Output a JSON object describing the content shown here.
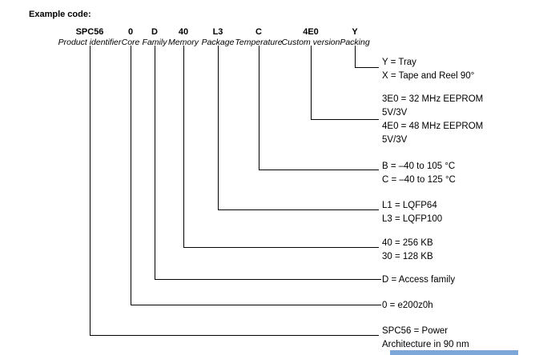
{
  "header": {
    "example_code_label": "Example code:"
  },
  "code": {
    "segments": [
      {
        "value": "SPC56",
        "label": "Product identifier"
      },
      {
        "value": "0",
        "label": "Core"
      },
      {
        "value": "D",
        "label": "Family"
      },
      {
        "value": "40",
        "label": "Memory"
      },
      {
        "value": "L3",
        "label": "Package"
      },
      {
        "value": "C",
        "label": "Temperature"
      },
      {
        "value": "4E0",
        "label": "Custom version"
      },
      {
        "value": "Y",
        "label": "Packing"
      }
    ]
  },
  "legend": {
    "entries": [
      {
        "field": "packing",
        "lines": [
          "Y = Tray",
          "X = Tape and Reel 90°"
        ]
      },
      {
        "field": "custom_version",
        "lines": [
          "3E0 = 32 MHz EEPROM",
          "5V/3V",
          "4E0 = 48 MHz EEPROM",
          "5V/3V"
        ]
      },
      {
        "field": "temperature",
        "lines": [
          "B = –40 to 105 °C",
          "C = –40 to 125 °C"
        ]
      },
      {
        "field": "package",
        "lines": [
          "L1 = LQFP64",
          "L3 = LQFP100"
        ]
      },
      {
        "field": "memory",
        "lines": [
          "40 = 256 KB",
          "30 = 128 KB"
        ]
      },
      {
        "field": "family",
        "lines": [
          "D = Access family"
        ]
      },
      {
        "field": "core",
        "lines": [
          "0 = e200z0h"
        ]
      },
      {
        "field": "product_identifier",
        "lines": [
          "SPC56 = Power",
          "Architecture in 90 nm"
        ]
      }
    ]
  },
  "colors": {
    "line": "#000000",
    "text": "#000000",
    "accent_bar": "#7da7d8"
  }
}
